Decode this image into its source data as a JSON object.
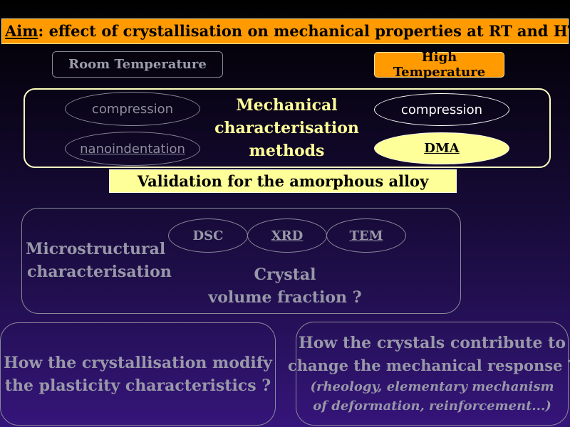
{
  "aim": {
    "prefix": "Aim",
    "text": ": effect of crystallisation on mechanical properties at RT and HT"
  },
  "room_temperature": "Room Temperature",
  "high_temperature": "High Temperature",
  "mechanical": {
    "title_line1": "Mechanical",
    "title_line2": "characterisation",
    "title_line3": "methods",
    "rt_methods": [
      "compression",
      "nanoindentation"
    ],
    "ht_methods": [
      "compression",
      "DMA"
    ]
  },
  "validation": "Validation for the amorphous alloy",
  "microstructural": {
    "label_line1": "Microstructural",
    "label_line2": "characterisation",
    "techniques": [
      "DSC",
      "XRD",
      "TEM"
    ],
    "crystal_line1": "Crystal",
    "crystal_line2": "volume fraction ?"
  },
  "question_left": {
    "line1": "How the crystallisation modify",
    "line2": "the plasticity characteristics ?"
  },
  "question_right": {
    "line1": "How the crystals contribute to",
    "line2": "change the mechanical response ?",
    "note_line1": "(rheology, elementary mechanism",
    "note_line2": "of deformation, reinforcement...)"
  },
  "colors": {
    "orange": "#ff9a00",
    "yellow": "#ffff99",
    "grey_text": "#9898a8"
  }
}
